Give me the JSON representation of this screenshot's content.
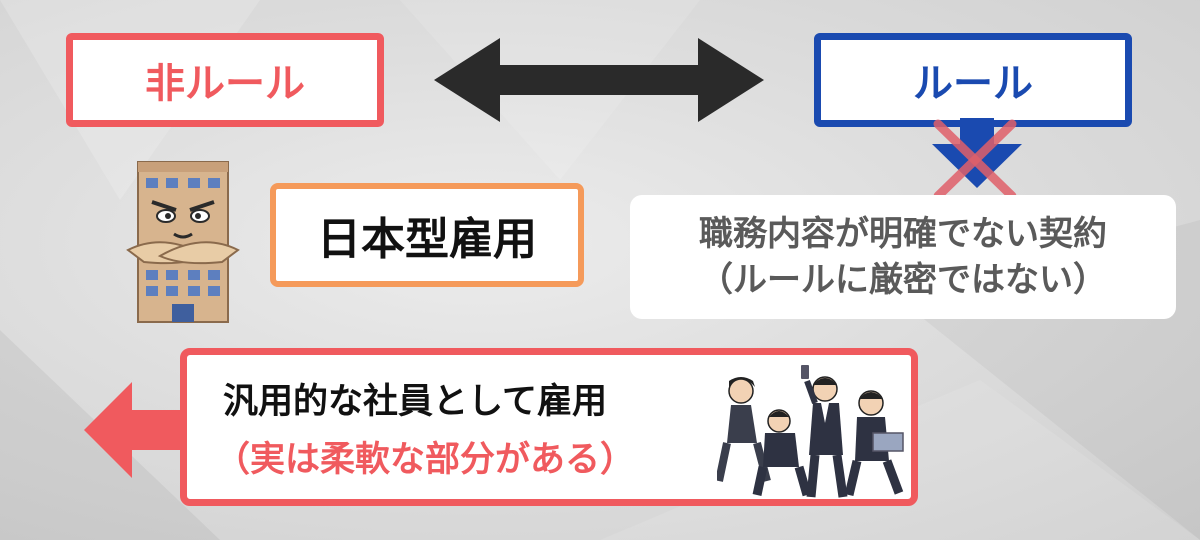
{
  "labels": {
    "non_rule": "非ルール",
    "rule": "ルール",
    "japanese_employment": "日本型雇用",
    "contract_line1": "職務内容が明確でない契約",
    "contract_line2": "（ルールに厳密ではない）",
    "generic_line1": "汎用的な社員として雇用",
    "generic_line2": "（実は柔軟な部分がある）"
  },
  "colors": {
    "red": "#f05a5e",
    "blue": "#1a4ab0",
    "orange": "#f59a5a",
    "dark": "#2a2a2a"
  },
  "icons": [
    "double-arrow-icon",
    "down-arrow-icon",
    "cross-icon",
    "building-icon",
    "left-arrow-icon",
    "office-workers-illustration"
  ]
}
